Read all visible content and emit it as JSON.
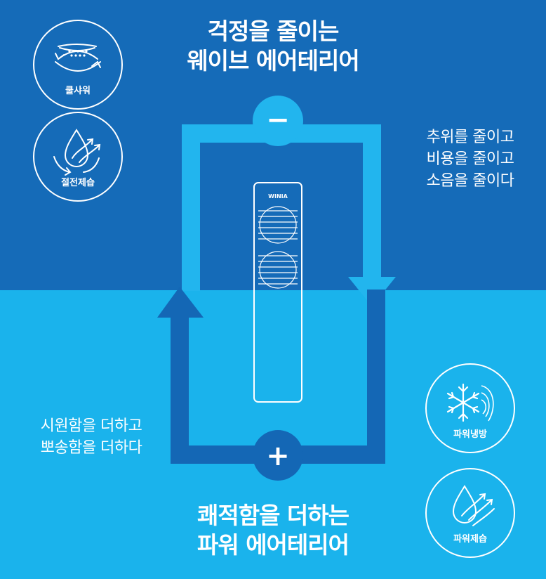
{
  "top_headline": [
    "걱정을 줄이는",
    "웨이브 에어테리어"
  ],
  "top_caption": [
    "추위를 줄이고",
    "비용을 줄이고",
    "소음을 줄이다"
  ],
  "bottom_headline": [
    "쾌적함을 더하는",
    "파워 에어테리어"
  ],
  "bottom_caption": [
    "시원함을 더하고",
    "뽀송함을 더하다"
  ],
  "badges": {
    "cool_shower": "쿨샤워",
    "energy_dehumid": "절전제습",
    "power_cooling": "파워냉방",
    "power_dehumid": "파워제습"
  },
  "product": {
    "brand": "WINIA"
  },
  "symbols": {
    "minus": "−",
    "plus": "+"
  },
  "colors": {
    "top_background": "#156bb8",
    "bottom_background": "#1ab3ec",
    "light_loop": "#22b5ee",
    "dark_loop": "#1467b5"
  }
}
